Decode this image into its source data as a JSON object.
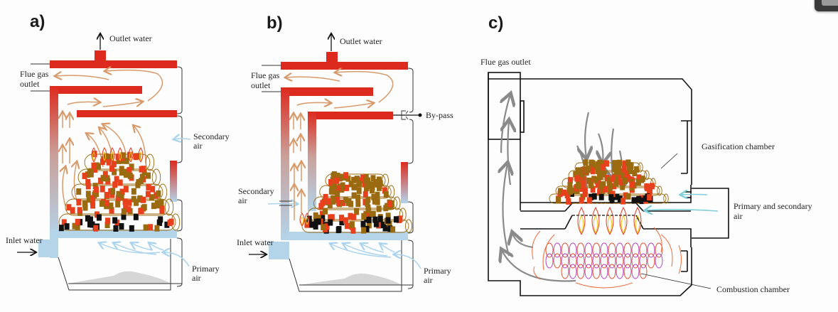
{
  "figure": {
    "panels": [
      {
        "id": "a",
        "letter": "a)",
        "labels": {
          "outlet_water": "Outlet water",
          "flue_gas_1": "Flue gas",
          "flue_gas_2": "outlet",
          "secondary_air_1": "Secondary",
          "secondary_air_2": "air",
          "inlet_water": "Inlet water",
          "primary_air_1": "Primary",
          "primary_air_2": "air"
        }
      },
      {
        "id": "b",
        "letter": "b)",
        "labels": {
          "outlet_water": "Outlet water",
          "flue_gas_1": "Flue gas",
          "flue_gas_2": "outlet",
          "bypass": "By-pass",
          "secondary_air_1": "Secondary",
          "secondary_air_2": "air",
          "inlet_water": "Inlet water",
          "primary_air_1": "Primary",
          "primary_air_2": "air"
        }
      },
      {
        "id": "c",
        "letter": "c)",
        "labels": {
          "flue_gas_outlet": "Flue gas outlet",
          "gasification_chamber": "Gasification chamber",
          "primary_secondary_air_1": "Primary and secondary",
          "primary_secondary_air_2": "air",
          "combustion_chamber": "Combustion chamber"
        }
      }
    ],
    "colors": {
      "hot_water": "#dd2a1e",
      "cold_water": "#b4d4ea",
      "flue_arrow": "#d89a6a",
      "air_arrow": "#a9d3ee",
      "air_arrow_c": "#7fd0d8",
      "wood": "#9a6a10",
      "ember": "#e8401c",
      "char": "#111111",
      "gas_arrow_c": "#8a8a8a",
      "ash": "#d6d6d6"
    }
  }
}
